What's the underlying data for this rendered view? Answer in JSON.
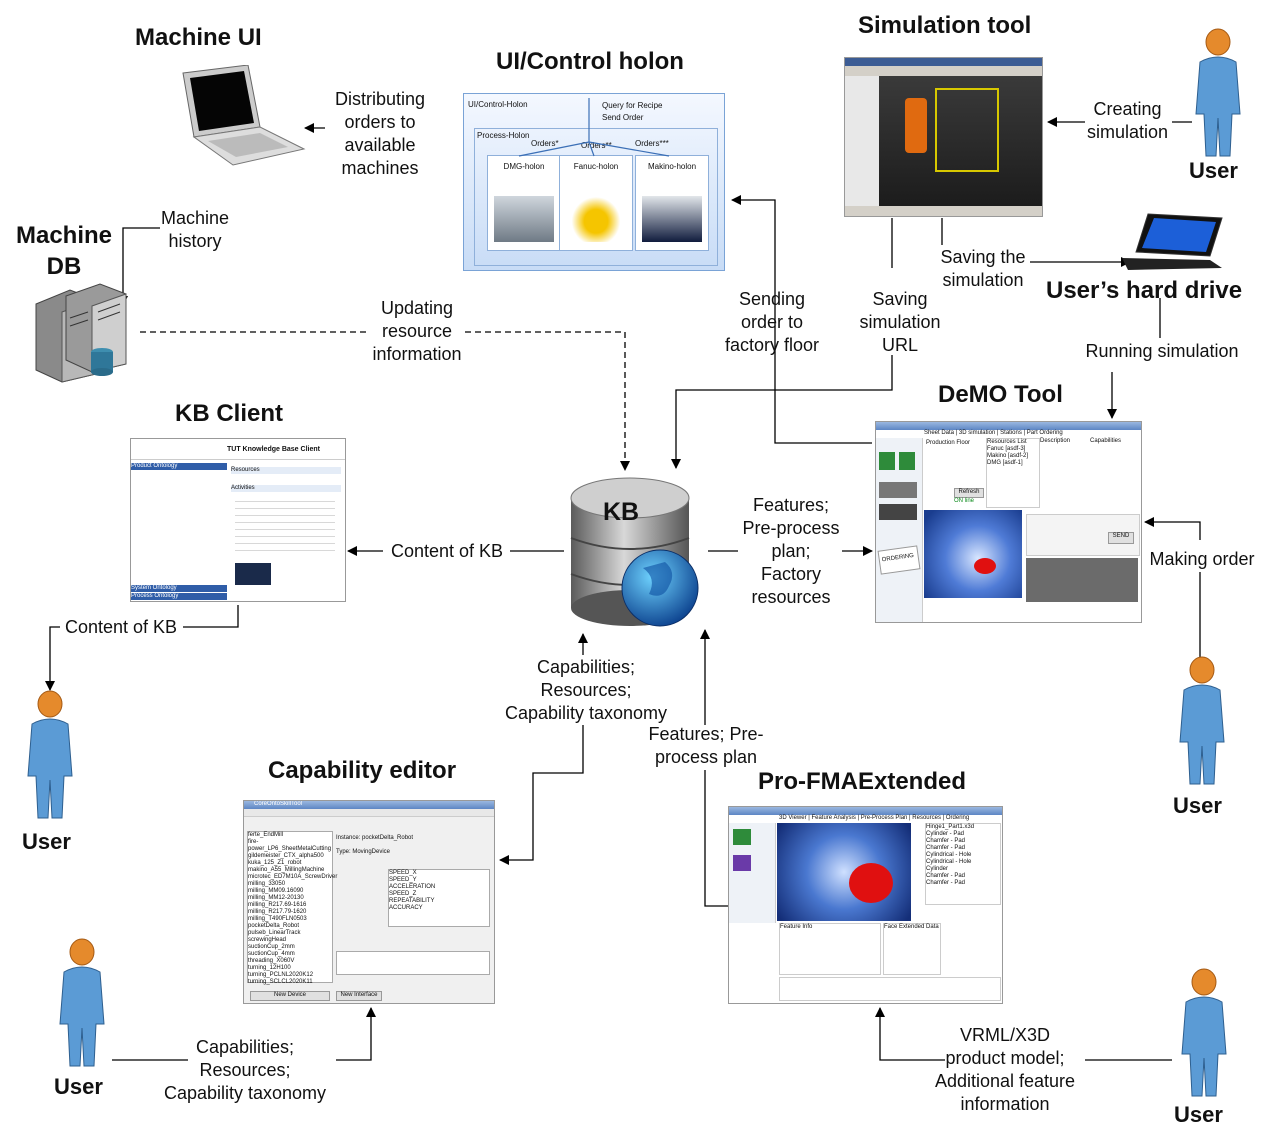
{
  "titles": {
    "machine_ui": "Machine UI",
    "ui_control_holon": "UI/Control holon",
    "simulation_tool": "Simulation tool",
    "machine_db": "Machine\nDB",
    "users_hard_drive": "User’s hard drive",
    "kb_client": "KB Client",
    "demo_tool": "DeMO Tool",
    "kb": "KB",
    "capability_editor": "Capability editor",
    "pro_fma": "Pro-FMAExtended"
  },
  "labels": {
    "distributing": "Distributing\norders to\navailable\nmachines",
    "machine_history": "Machine\nhistory",
    "creating_sim": "Creating\nsimulation",
    "saving_sim": "Saving the\nsimulation",
    "updating": "Updating\nresource\ninformation",
    "sending_order": "Sending\norder to\nfactory floor",
    "saving_url": "Saving\nsimulation\nURL",
    "running_sim": "Running simulation",
    "content_kb_1": "Content of KB",
    "content_kb_2": "Content of KB",
    "features_plan": "Features;\nPre-process\nplan;\nFactory\nresources",
    "making_order": "Making order",
    "capabilities_1": "Capabilities;\nResources;\nCapability taxonomy",
    "features_pre": "Features; Pre-\nprocess plan",
    "capabilities_2": "Capabilities;\nResources;\nCapability taxonomy",
    "vrml": "VRML/X3D\nproduct model;\nAdditional feature\ninformation"
  },
  "users": [
    "User",
    "User",
    "User",
    "User",
    "User"
  ],
  "holon": {
    "title": "UI/Control-Holon",
    "query": "Query for Recipe\nSend Order",
    "process": "Process-Holon",
    "orders1": "Orders*",
    "orders2": "Orders**",
    "orders3": "Orders***",
    "dmg": "DMG-holon",
    "fanuc": "Fanuc-holon",
    "makino": "Makino-holon"
  },
  "kb_client": {
    "header": "TUT Knowledge Base Client",
    "side": [
      "Product Ontology",
      "System Ontology",
      "Process Ontology"
    ],
    "right": [
      "Resources",
      "Activities"
    ]
  },
  "demo": {
    "tabs": "Sheet Data | 3D simulation | Stations | Part Ordering",
    "resources": "Resources List",
    "items": "Fanuc [asdf-3]\nMakino [asdf-2]\nDMG [asdf-1]",
    "description": "Description",
    "capabilities": "Capabilities",
    "production_floor": "Production Floor",
    "refresh": "Refresh",
    "online": "ON line",
    "send": "SEND",
    "ordering": "ORDERING"
  },
  "cap_editor": {
    "title": "CoreOntoSkillTool",
    "instance": "Instance: pocketDelta_Robot",
    "type": "Type: MovingDevice",
    "new_device": "New Device",
    "new_interface": "New Interface",
    "list": [
      "ferte_EndMill",
      "fire-power_LP6_SheetMetalCutting",
      "gildemeister_CTX_alpha500",
      "kuka_125_Z1_robot",
      "makino_A55_MillingMachine",
      "microtec_ED7M10A_ScrewDriver",
      "milling_33050",
      "milling_MM09.16090",
      "milling_MM12-20130",
      "milling_R217.69-1616",
      "milling_R217.79-1620",
      "milling_T490FLN0503",
      "pocketDelta_Robot",
      "pulseb_LinearTrack",
      "screwingHead",
      "suctionCup_2mm",
      "suctionCup_4mm",
      "threading_X060V",
      "turning_12H100",
      "turning_PCLNL2020K12",
      "turning_SCLCL2020K11"
    ],
    "params": [
      "SPEED_X",
      "SPEED_Y",
      "ACCELERATION",
      "SPEED_Z",
      "REPEATABILITY",
      "ACCURACY"
    ]
  },
  "pro_fma": {
    "tabs": "3D Viewer | Feature Analysis | Pre-Process Plan | Resources | Ordering",
    "tree": [
      "Hinge1_Part1.x3d",
      "Cylinder - Pad",
      "Chamfer - Pad",
      "Chamfer - Pad",
      "Cylindrical - Hole",
      "Cylindrical - Hole",
      "Cylinder",
      "Chamfer - Pad",
      "Chamfer - Pad"
    ],
    "feature_info": "Feature Info",
    "face_extended": "Face Extended Data"
  }
}
